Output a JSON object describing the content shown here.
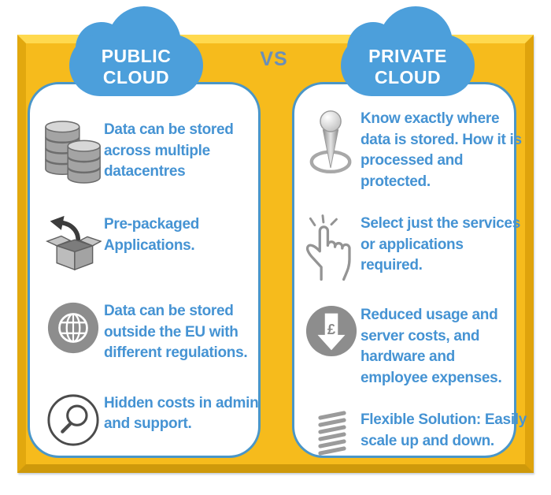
{
  "clouds": {
    "left": {
      "line1": "PUBLIC",
      "line2": "CLOUD"
    },
    "right": {
      "line1": "PRIVATE",
      "line2": "CLOUD"
    },
    "vs": "VS"
  },
  "left_panel": {
    "title": "PUBLIC CLOUD",
    "items": [
      {
        "icon": "database-stack-icon",
        "text": "Data can be stored\nacross multiple\ndatacentres"
      },
      {
        "icon": "open-box-arrow-icon",
        "text": "Pre-packaged\nApplications."
      },
      {
        "icon": "globe-icon",
        "text": "Data can be stored\noutside the EU with\ndifferent regulations."
      },
      {
        "icon": "magnifier-icon",
        "text": "Hidden costs in admin\nand support."
      }
    ]
  },
  "right_panel": {
    "title": "PRIVATE CLOUD",
    "items": [
      {
        "icon": "location-pin-icon",
        "text": "Know exactly where\ndata is stored. How it is\nprocessed and\nprotected."
      },
      {
        "icon": "click-hand-icon",
        "text": "Select just the services\nor applications\nrequired."
      },
      {
        "icon": "pound-down-arrow-icon",
        "text": "Reduced usage and\nserver costs, and\nhardware and\nemployee expenses."
      },
      {
        "icon": "spring-icon",
        "text": "Flexible Solution: Easily\nscale up and down."
      }
    ]
  },
  "colors": {
    "frame_yellow": "#F6BB1C",
    "bevel_highlight": "#FFD94E",
    "bevel_shadow": "#CE990B",
    "cloud_blue": "#4C9FDB",
    "panel_border_blue": "#4A96C8",
    "text_blue": "#4593D3",
    "vs_blue": "#6A8FB9",
    "icon_gray": "#8D8D8D"
  }
}
